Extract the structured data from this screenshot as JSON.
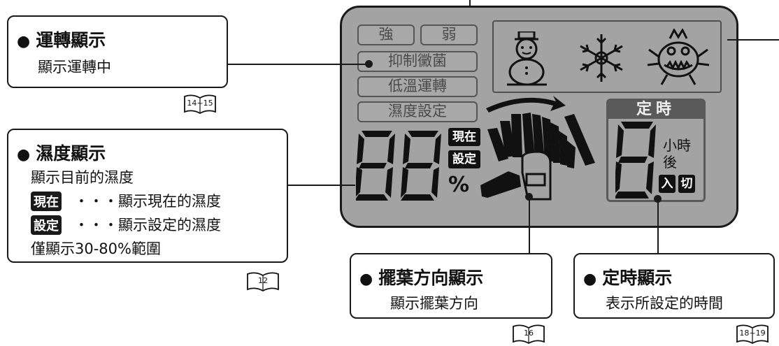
{
  "callouts": {
    "operation": {
      "title": "運轉顯示",
      "desc": "顯示運轉中",
      "page_ref": "14~15"
    },
    "humidity": {
      "title": "濕度顯示",
      "desc": "顯示目前的濕度",
      "rows": [
        {
          "tag": "現在",
          "text": "・・・顯示現在的濕度"
        },
        {
          "tag": "設定",
          "text": "・・・顯示設定的濕度"
        }
      ],
      "note": "僅顯示30-80%範圍",
      "page_ref": "12"
    },
    "swing": {
      "title": "擺葉方向顯示",
      "desc": "顯示擺葉方向",
      "page_ref": "16"
    },
    "timer": {
      "title": "定時顯示",
      "desc": "表示所設定的時間",
      "page_ref": "18~19"
    }
  },
  "lcd": {
    "fan_strong": "強",
    "fan_weak": "弱",
    "mold": "抑制黴菌",
    "lowtemp": "低溫運轉",
    "humidity_set": "濕度設定",
    "tag_now": "現在",
    "tag_set": "設定",
    "percent": "%",
    "timer_title": "定時",
    "hours_after_1": "小時",
    "hours_after_2": "後",
    "timer_on": "入",
    "timer_off": "切",
    "icons": [
      "snowman-icon",
      "snowflake-icon",
      "mold-creature-icon"
    ]
  },
  "colors": {
    "lcd_background": "#a3a3a3",
    "segment": "#111111",
    "outline": "#1a1a1a"
  }
}
